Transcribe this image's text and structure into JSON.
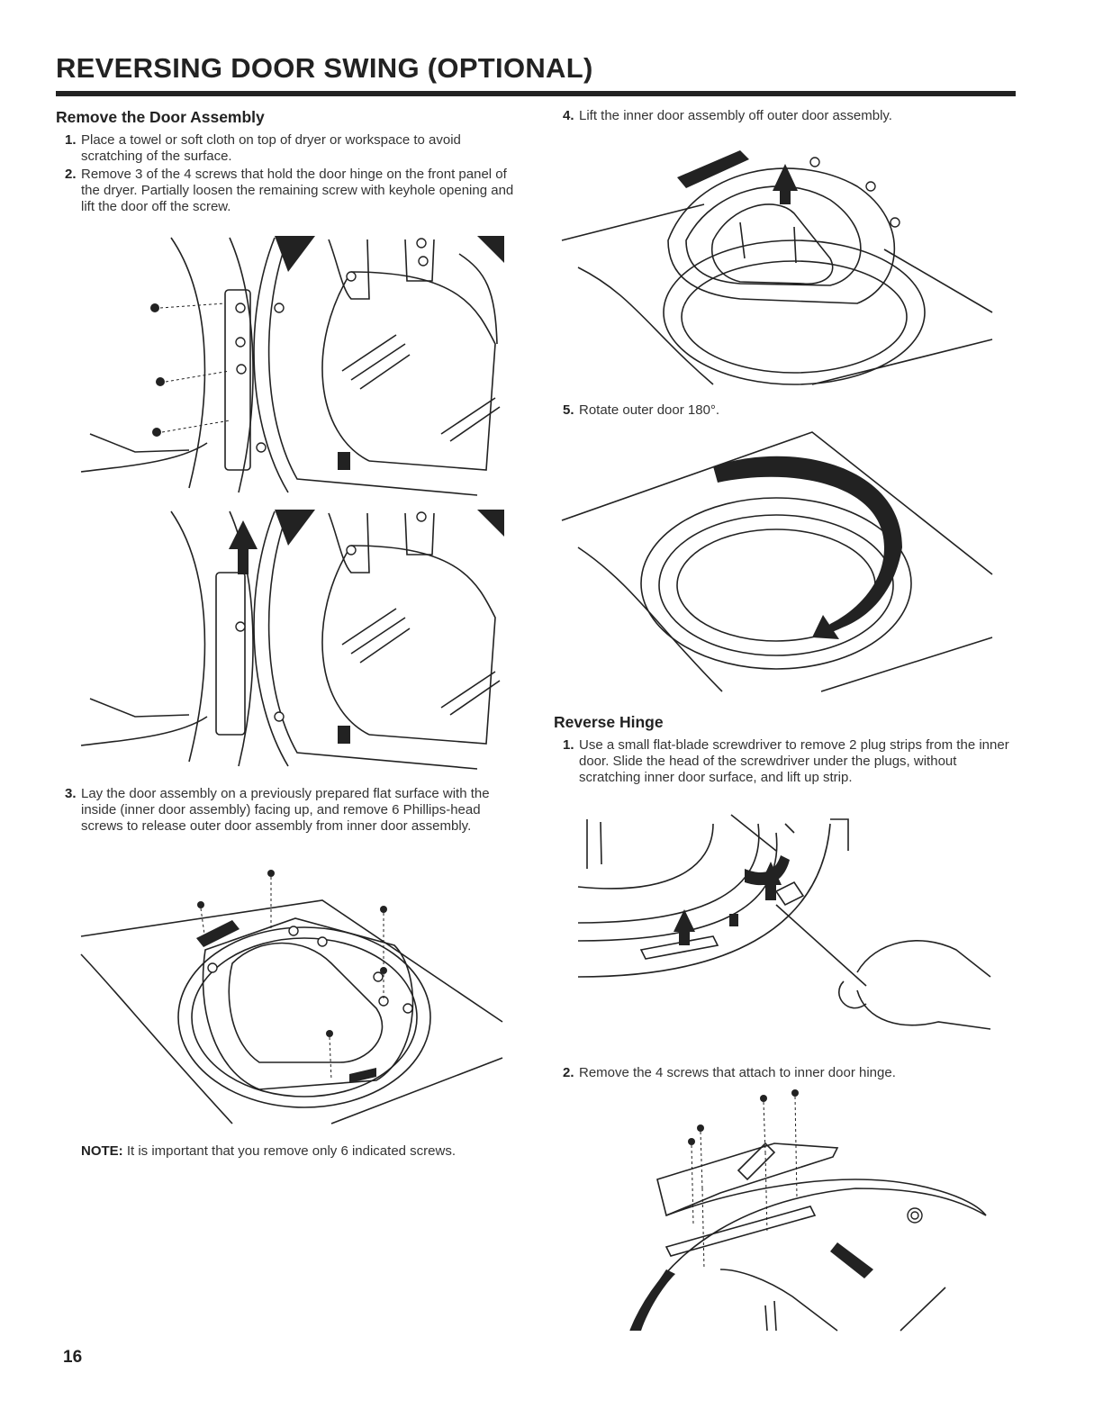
{
  "page": {
    "title": "REVERSING DOOR SWING (OPTIONAL)",
    "page_number": "16"
  },
  "remove_door": {
    "heading": "Remove the Door Assembly",
    "steps": [
      {
        "num": "1.",
        "text": "Place a towel or soft cloth on top of dryer or workspace to avoid scratching of the surface."
      },
      {
        "num": "2.",
        "text": "Remove 3 of the 4 screws that hold the door hinge on the front panel of the dryer. Partially loosen the remaining screw with keyhole opening and lift the door off the screw."
      },
      {
        "num": "3.",
        "text": "Lay the door assembly on a previously prepared flat surface with the inside (inner door assembly) facing up, and remove 6 Phillips-head screws to release outer door assembly from inner door assembly."
      }
    ],
    "note_label": "NOTE:",
    "note_text": " It is important that you remove only 6 indicated screws."
  },
  "right_steps": [
    {
      "num": "4.",
      "text": "Lift the inner door assembly off outer door assembly."
    },
    {
      "num": "5.",
      "text": "Rotate outer door 180°."
    }
  ],
  "reverse_hinge": {
    "heading": "Reverse Hinge",
    "steps": [
      {
        "num": "1.",
        "text": "Use a small flat-blade screwdriver to remove 2 plug strips from the inner door. Slide the head of the screwdriver under the plugs, without scratching inner door surface, and lift up strip."
      },
      {
        "num": "2.",
        "text": "Remove the 4 screws that attach to inner door hinge."
      }
    ]
  },
  "figures": {
    "hinge_screws": {
      "icon": "door-hinge-screws-illustration"
    },
    "lift_door": {
      "icon": "lift-door-off-illustration"
    },
    "six_screws": {
      "icon": "six-screws-door-illustration"
    },
    "lift_inner": {
      "icon": "lift-inner-door-illustration"
    },
    "rotate_outer": {
      "icon": "rotate-outer-door-illustration"
    },
    "plug_strips": {
      "icon": "remove-plug-strips-illustration"
    },
    "hinge_screws_inner": {
      "icon": "inner-door-hinge-screws-illustration"
    }
  }
}
